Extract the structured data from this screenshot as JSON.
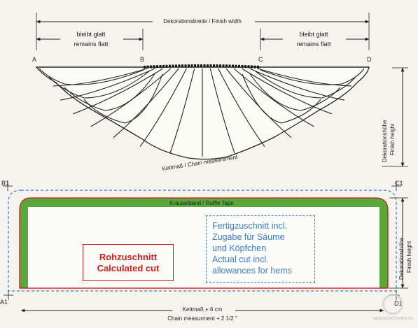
{
  "top_section": {
    "finish_width_label": "Dekorationsbreite / Finish width",
    "left_flat": {
      "line1": "bleibt glatt",
      "line2": "remains flatt"
    },
    "right_flat": {
      "line1": "bleibt glatt",
      "line2": "remains flatt"
    },
    "points": {
      "a": "A",
      "b": "B",
      "c": "C",
      "d": "D"
    },
    "chain_measurement_label": "Kettmaß / Chain measurement",
    "finish_height": {
      "line1": "Dekorationshöhe",
      "line2": "Finish height"
    }
  },
  "bottom_section": {
    "corners": {
      "b1": "B1",
      "c1": "C1",
      "a1": "A1",
      "d1": "D1"
    },
    "ruffle_tape_label": "Kräuselband  /  Ruffle Tape",
    "calculated_cut": {
      "line1": "Rohzuschnitt",
      "line2": "Calculated cut"
    },
    "actual_cut": {
      "line1": "Fertigzuschnitt incl.",
      "line2": "Zugabe für Säume",
      "line3": "und Köpfchen",
      "line4": "Actual cut incl.",
      "line5": "allowances for hems"
    },
    "finish_height": {
      "line1": "Dekorationshöhe",
      "line2": "Finish height"
    },
    "chain_plus": {
      "line1": "Kettmaß + 6 cm",
      "line2": "Chain measurment + 2 1/2 \""
    }
  },
  "watermark": {
    "text": "одноклассники.ru"
  },
  "colors": {
    "green_band": "#5aa83a",
    "red_line": "#d01c1c",
    "blue_dash": "#3a79c4",
    "ink": "#222222"
  }
}
